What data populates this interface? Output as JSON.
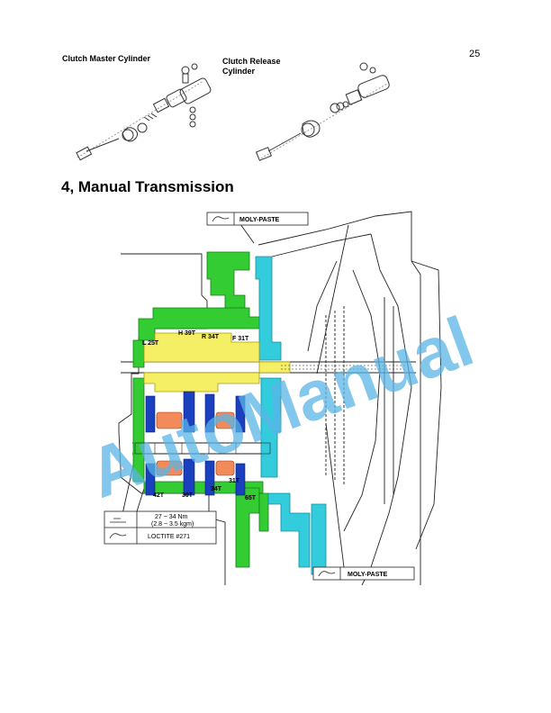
{
  "page": {
    "number": "25"
  },
  "clutch": {
    "master_caption": "Clutch Master Cylinder",
    "release_caption_line1": "Clutch Release",
    "release_caption_line2": "Cylinder"
  },
  "section": {
    "title": "4, Manual Transmission"
  },
  "diagram": {
    "callouts": {
      "moly_paste_top": "MOLY-PASTE",
      "moly_paste_bottom": "MOLY-PASTE",
      "torque_line1": "27 ~ 34 Nm",
      "torque_line2": "(2.8 ~ 3.5 kgm)",
      "loctite": "LOCTITE #271"
    },
    "gear_labels": {
      "l": "L 25T",
      "h": "H 39T",
      "r": "R 34T",
      "f": "F 31T",
      "g42": "42T",
      "g30": "30T",
      "g34": "34T",
      "g31": "31T",
      "g65": "65T"
    },
    "colors": {
      "green": "#33cc33",
      "cyan": "#33ccdd",
      "yellow": "#f5ef66",
      "blue": "#1a3fbf",
      "orange": "#f28a5a"
    }
  },
  "watermark": {
    "text": "AutoManual",
    "color": "#5ab4e6"
  }
}
